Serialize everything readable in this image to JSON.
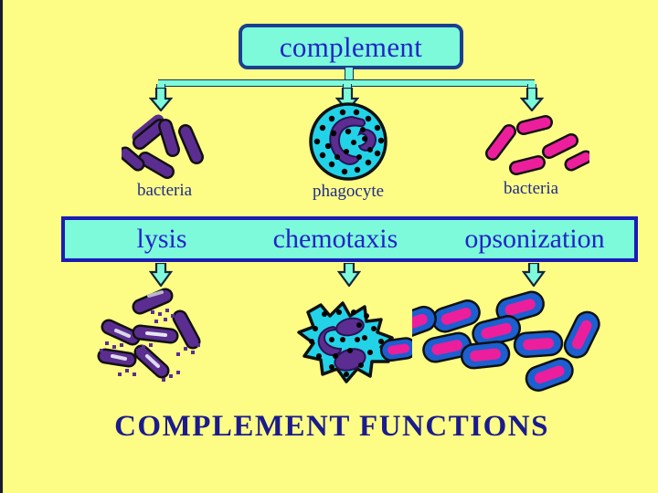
{
  "slide": {
    "title": "COMPLEMENT  FUNCTIONS",
    "background_color": "#fdfd86",
    "text_color": "#2323c8",
    "accent_color": "#7dfada",
    "border_color": "#1b1bb5"
  },
  "source_box": {
    "label": "complement",
    "fill": "#7dfada",
    "border": "#1b3f8f"
  },
  "branches": [
    {
      "organism_label": "bacteria",
      "organism_type": "bacteria-purple",
      "function_label": "lysis",
      "outcome": "lysed-bacteria",
      "cell_color": "#5b2d91"
    },
    {
      "organism_label": "phagocyte",
      "organism_type": "phagocyte",
      "function_label": "chemotaxis",
      "outcome": "activated-phagocyte",
      "cell_color": "#22d3e8"
    },
    {
      "organism_label": "bacteria",
      "organism_type": "bacteria-magenta",
      "function_label": "opsonization",
      "outcome": "opsonized-bacteria",
      "cell_color": "#ec1e9c"
    }
  ],
  "icons": {
    "down_arrow": "down-arrow-icon",
    "connector": "connector-bar"
  }
}
